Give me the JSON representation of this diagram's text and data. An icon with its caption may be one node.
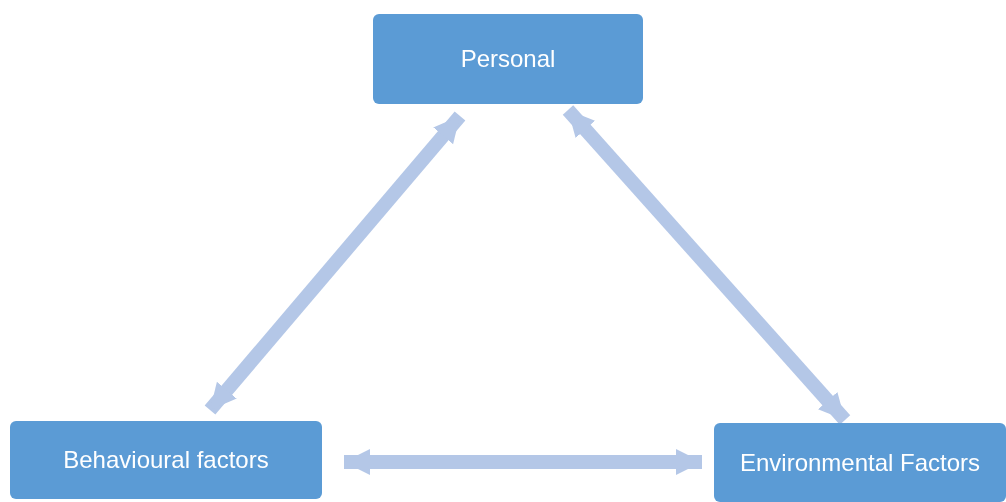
{
  "diagram": {
    "nodes": [
      {
        "text": [
          "Personal"
        ]
      },
      {
        "text": [
          "Behavioural factors"
        ]
      },
      {
        "text": [
          "Environmental Factors"
        ]
      }
    ],
    "edges": [
      {
        "from": 1,
        "to": 0,
        "arrow": "both"
      },
      {
        "from": 0,
        "to": 2,
        "arrow": "both"
      },
      {
        "from": 1,
        "to": 2,
        "arrow": "both"
      }
    ]
  }
}
